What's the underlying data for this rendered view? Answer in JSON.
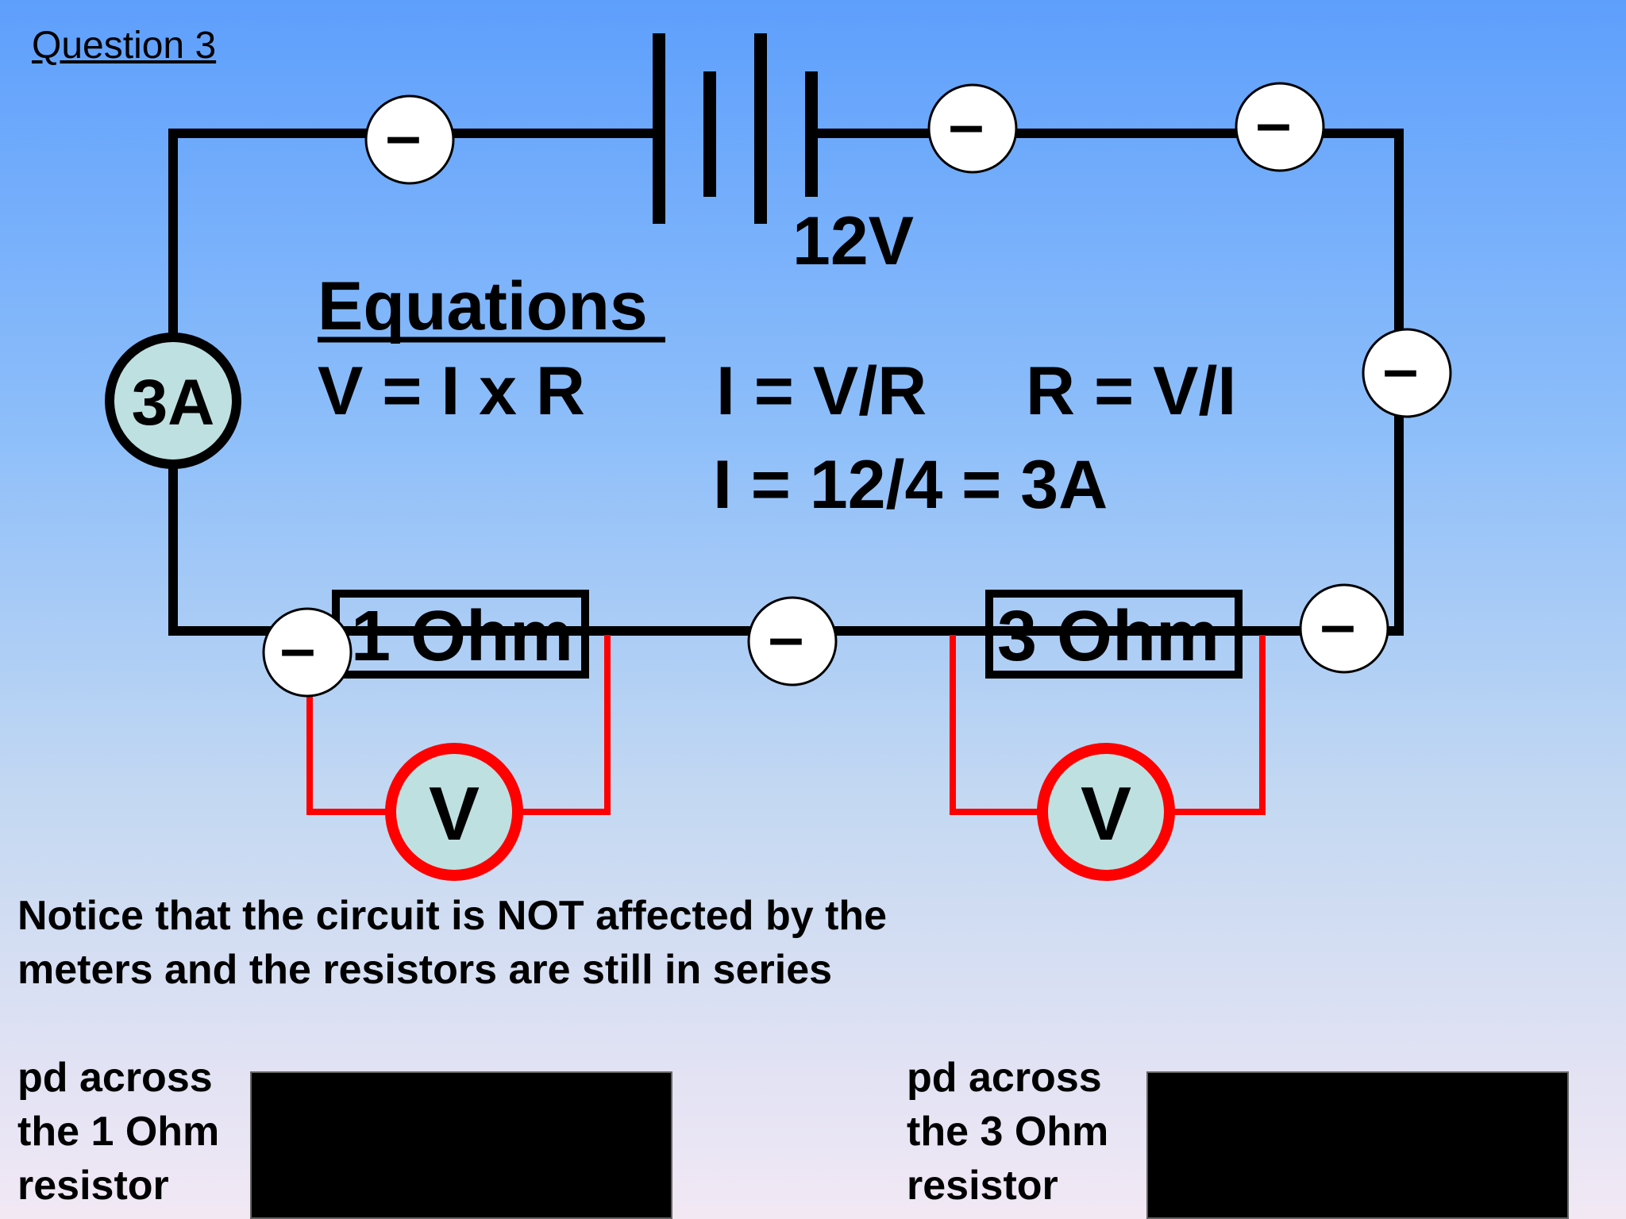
{
  "title": "Question 3",
  "battery_label": "12V",
  "equations": {
    "heading": "Equations",
    "eq1": "V = I x R",
    "eq2": "I = V/R",
    "eq3": "R = V/I",
    "calc": "I = 12/4 = 3A"
  },
  "ammeter_label": "3A",
  "resistor_1_label": "1 Ohm",
  "resistor_2_label": "3 Ohm",
  "voltmeter_1_label": "V",
  "voltmeter_2_label": "V",
  "electron_symbol": "–",
  "notice": {
    "line1": "Notice that the circuit is NOT affected by the",
    "line2": "meters and the resistors are still in series"
  },
  "pd_1": [
    "pd across",
    "the 1 Ohm",
    "resistor"
  ],
  "pd_2": [
    "pd across",
    "the 3 Ohm",
    "resistor"
  ],
  "colors": {
    "wire": "#000000",
    "voltmeter_wire": "#ff0000",
    "meter_fill": "#bfe0e0",
    "electron_fill": "#ffffff",
    "answer_box": "#000000"
  }
}
